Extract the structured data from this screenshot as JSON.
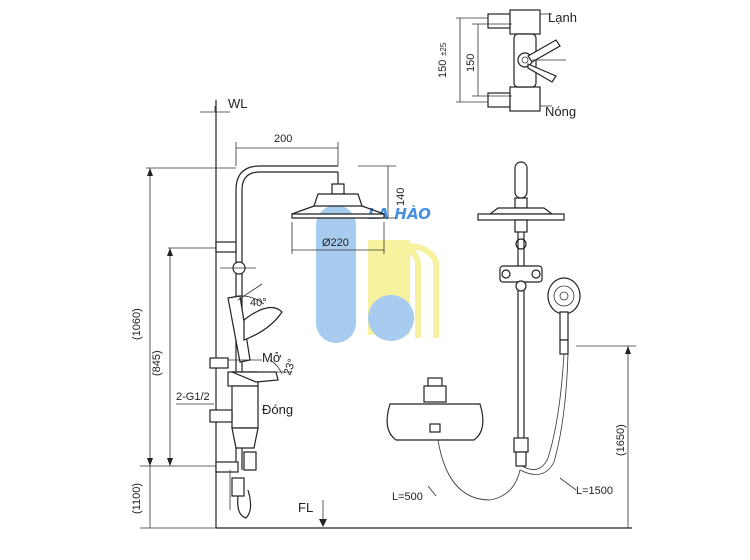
{
  "labels": {
    "wl": "WL",
    "fl": "FL",
    "cold": "Lạnh",
    "hot": "Nóng",
    "open": "Mở",
    "closed": "Đóng",
    "inlet": "2-G1/2"
  },
  "dimensions": {
    "arm_length": "200",
    "head_height": "140",
    "head_diameter": "Ø220",
    "total_height": "(1060)",
    "bar_height": "(845)",
    "floor_height": "(1100)",
    "side_height": "(1650)",
    "handle_angle": "40°",
    "lever_angle": "23°",
    "center_distance": "150",
    "center_distance_tol": "150",
    "tolerance": "±25",
    "hose_left": "L=500",
    "hose_right": "L=1500"
  },
  "watermark": {
    "text": "LA HÀO",
    "colors": {
      "blue": "#a8cbf0",
      "yellow": "#f7f2a0",
      "text": "#4a90e2"
    }
  }
}
